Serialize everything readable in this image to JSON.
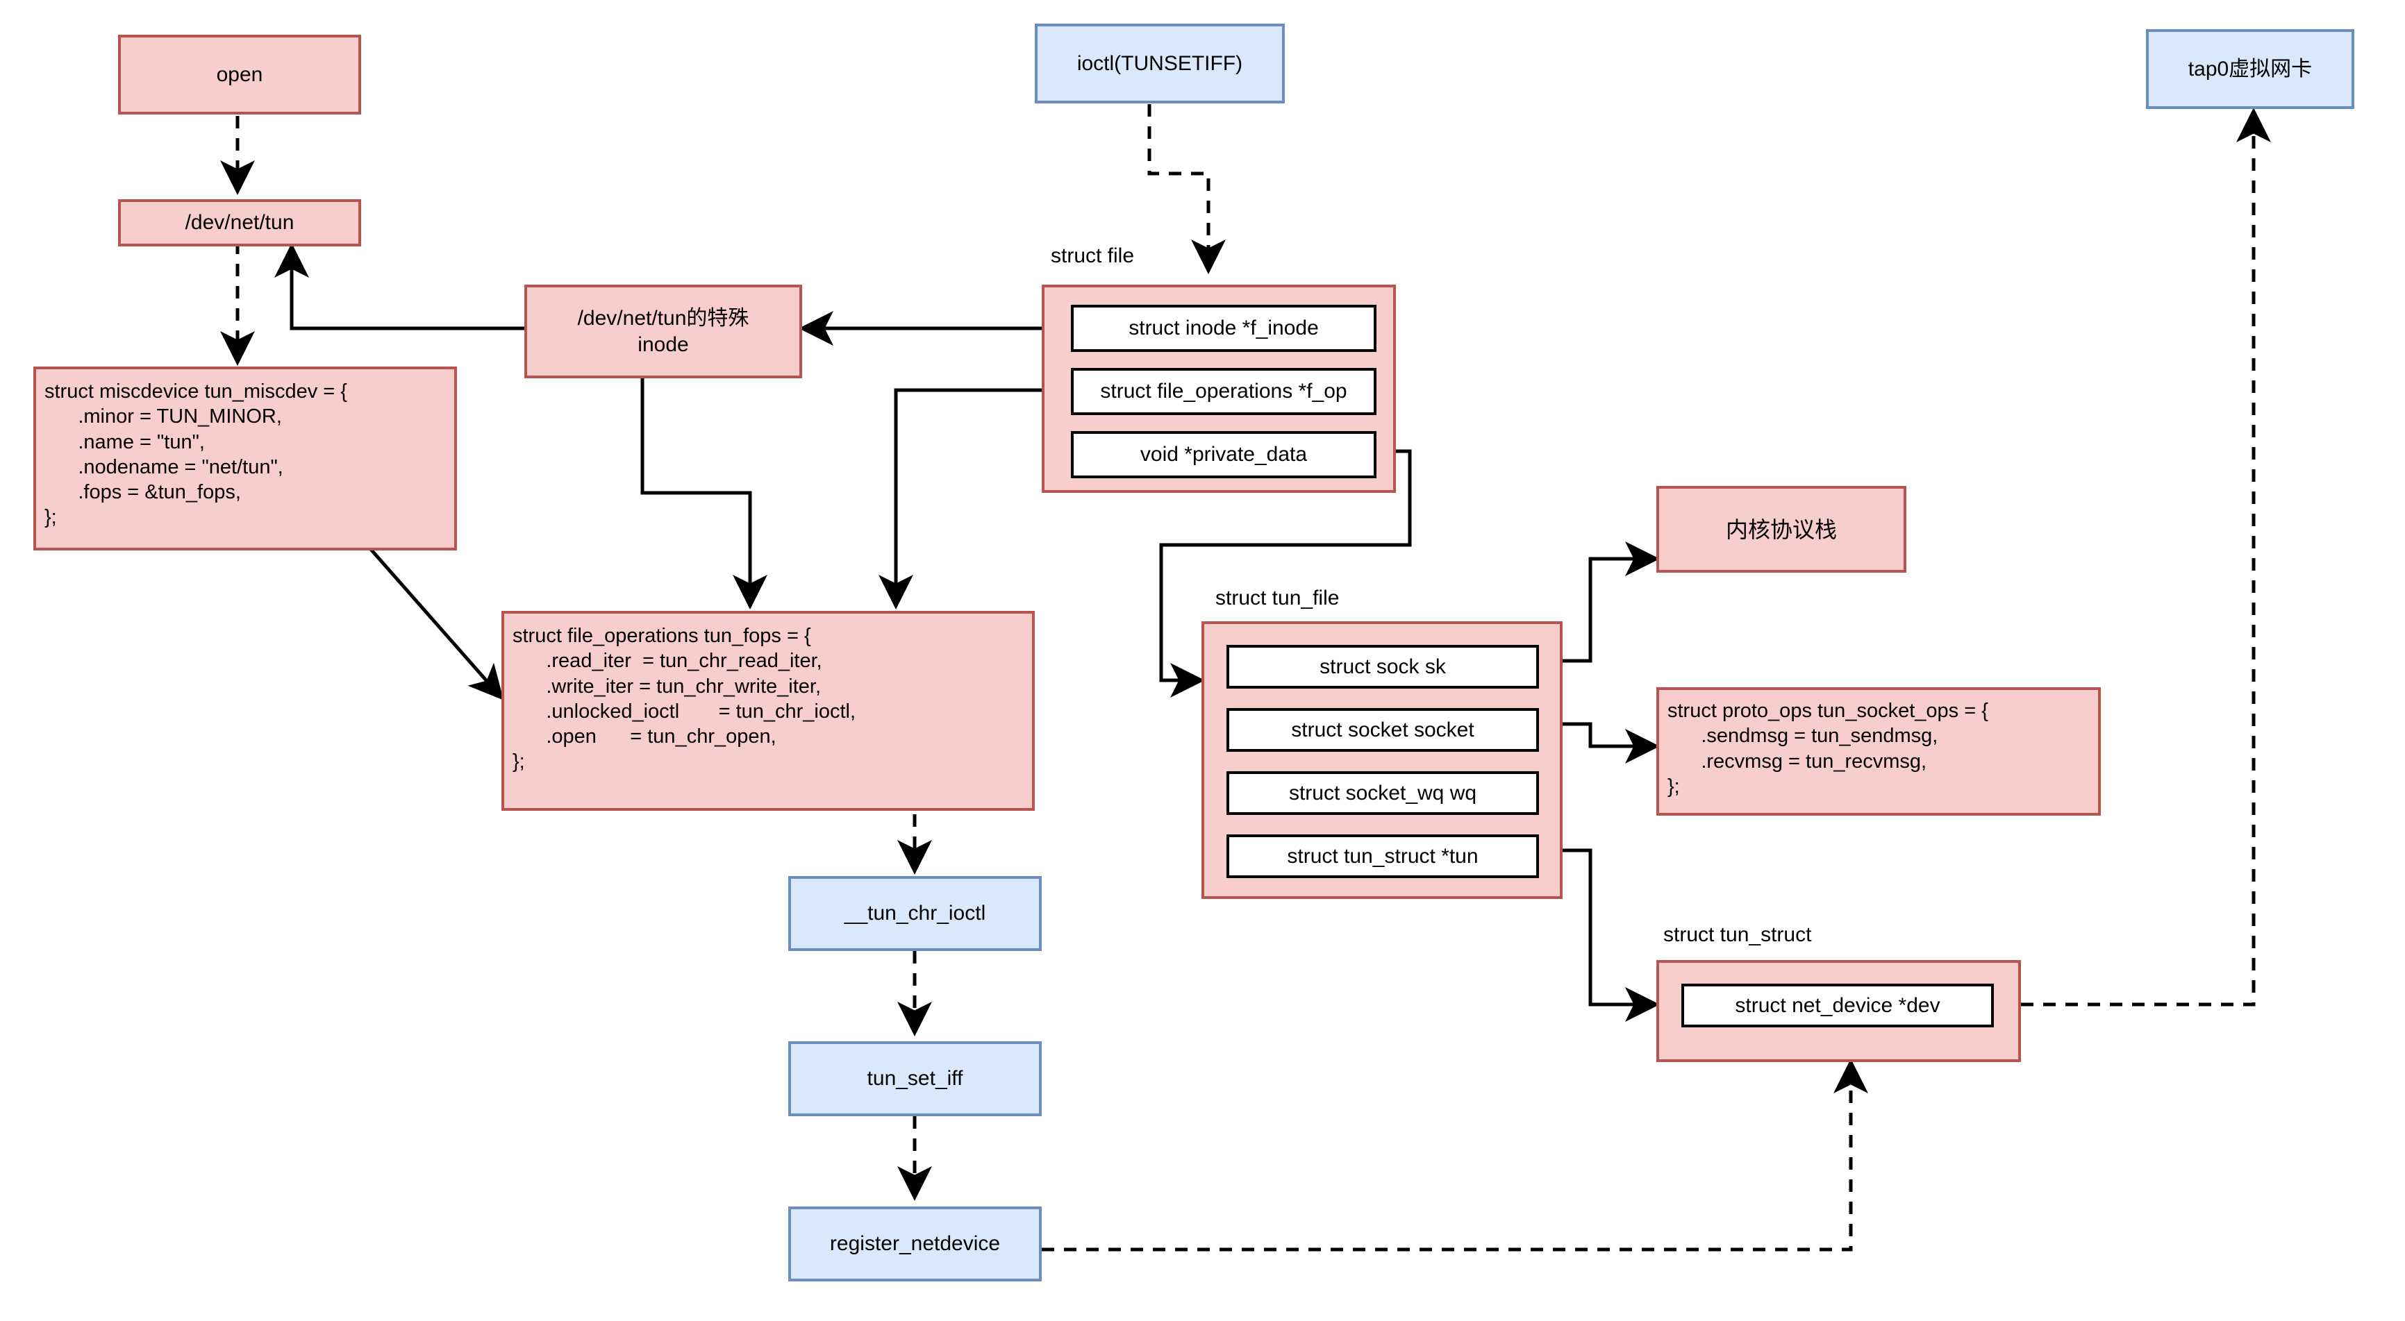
{
  "diagram": {
    "title": "Linux TUN/TAP driver structure flow",
    "colors": {
      "pink_fill": "#f8cecc",
      "pink_border": "#b85450",
      "blue_fill": "#dae8fc",
      "blue_border": "#6c8ebf",
      "edge": "#000000",
      "background": "#ffffff"
    },
    "nodes": {
      "open": {
        "label": "open",
        "style": "pink"
      },
      "dev_net_tun": {
        "label": "/dev/net/tun",
        "style": "pink"
      },
      "ioctl_tunsetiff": {
        "label": "ioctl(TUNSETIFF)",
        "style": "blue"
      },
      "tap0": {
        "label": "tap0虚拟网卡",
        "style": "blue"
      },
      "special_inode": {
        "line1": "/dev/net/tun的特殊",
        "line2": "inode",
        "style": "pink"
      },
      "miscdev": {
        "style": "pink",
        "lines": [
          "struct miscdevice tun_miscdev = {",
          "      .minor = TUN_MINOR,",
          "      .name = \"tun\",",
          "      .nodename = \"net/tun\",",
          "      .fops = &tun_fops,",
          "};"
        ]
      },
      "tun_fops": {
        "style": "pink",
        "lines": [
          "struct file_operations tun_fops = {",
          "      .read_iter  = tun_chr_read_iter,",
          "      .write_iter = tun_chr_write_iter,",
          "      .unlocked_ioctl       = tun_chr_ioctl,",
          "      .open      = tun_chr_open,",
          "};"
        ]
      },
      "struct_file": {
        "caption": "struct file",
        "style": "pink",
        "fields": [
          "struct inode *f_inode",
          "struct file_operations *f_op",
          "void *private_data"
        ]
      },
      "struct_tun_file": {
        "caption": "struct tun_file",
        "style": "pink",
        "fields": [
          "struct sock sk",
          "struct socket socket",
          "struct socket_wq wq",
          "struct tun_struct  *tun"
        ]
      },
      "struct_tun_struct": {
        "caption": "struct tun_struct",
        "style": "pink",
        "fields": [
          "struct net_device *dev"
        ]
      },
      "kernel_stack": {
        "label": "内核协议栈",
        "style": "pink"
      },
      "proto_ops": {
        "style": "pink",
        "lines": [
          "struct proto_ops tun_socket_ops = {",
          "      .sendmsg = tun_sendmsg,",
          "      .recvmsg = tun_recvmsg,",
          "};"
        ]
      },
      "tun_chr_ioctl": {
        "label": "__tun_chr_ioctl",
        "style": "blue"
      },
      "tun_set_iff": {
        "label": "tun_set_iff",
        "style": "blue"
      },
      "register_netdevice": {
        "label": "register_netdevice",
        "style": "blue"
      }
    },
    "edges": [
      {
        "from": "open",
        "to": "dev_net_tun",
        "style": "dashed",
        "arrow": true
      },
      {
        "from": "dev_net_tun",
        "to": "miscdev",
        "style": "dashed",
        "arrow": true
      },
      {
        "from": "special_inode",
        "to": "dev_net_tun",
        "style": "solid",
        "arrow": true
      },
      {
        "from": "miscdev",
        "to": "tun_fops",
        "style": "solid",
        "arrow": true
      },
      {
        "from": "special_inode",
        "to": "tun_fops",
        "style": "solid",
        "arrow": true
      },
      {
        "from": "ioctl_tunsetiff",
        "to": "struct_file",
        "style": "dashed",
        "arrow": true
      },
      {
        "from": "f_inode",
        "to": "special_inode",
        "style": "solid",
        "arrow": true
      },
      {
        "from": "f_op",
        "to": "tun_fops",
        "style": "solid",
        "arrow": true
      },
      {
        "from": "private_data",
        "to": "struct_tun_file",
        "style": "solid",
        "arrow": true
      },
      {
        "from": "sk",
        "to": "kernel_stack",
        "style": "solid",
        "arrow": true
      },
      {
        "from": "socket",
        "to": "proto_ops",
        "style": "solid",
        "arrow": true
      },
      {
        "from": "tun",
        "to": "struct_tun_struct",
        "style": "solid",
        "arrow": true
      },
      {
        "from": "tun_fops",
        "to": "tun_chr_ioctl",
        "style": "dashed",
        "arrow": true
      },
      {
        "from": "tun_chr_ioctl",
        "to": "tun_set_iff",
        "style": "dashed",
        "arrow": true
      },
      {
        "from": "tun_set_iff",
        "to": "register_netdevice",
        "style": "dashed",
        "arrow": true
      },
      {
        "from": "register_netdevice",
        "to": "struct_tun_struct",
        "style": "dashed",
        "arrow": true
      },
      {
        "from": "dev",
        "to": "tap0",
        "style": "dashed",
        "arrow": true
      }
    ]
  }
}
